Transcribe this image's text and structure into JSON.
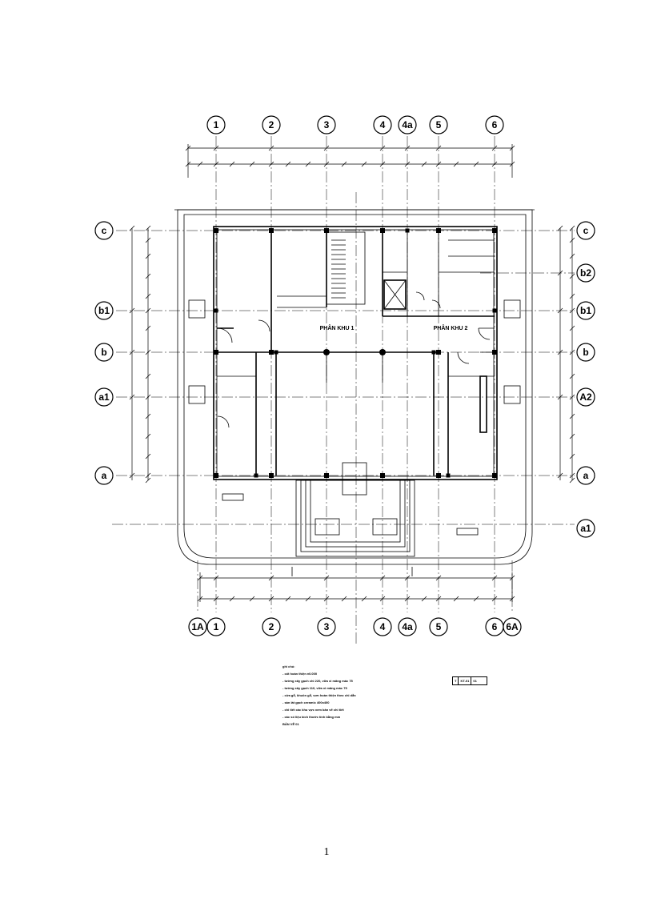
{
  "drawing": {
    "grid_top": [
      "1",
      "2",
      "3",
      "4",
      "4a",
      "5",
      "6"
    ],
    "grid_bottom": [
      "1A",
      "1",
      "2",
      "3",
      "4",
      "4a",
      "5",
      "6",
      "6A"
    ],
    "grid_left": [
      "c",
      "b1",
      "b",
      "a1",
      "a"
    ],
    "grid_right": [
      "c",
      "b2",
      "b1",
      "b",
      "A2",
      "a",
      "a1"
    ],
    "rooms": {
      "area_1": "PHÂN KHU 1",
      "area_2": "PHÂN KHU 2"
    }
  },
  "notes": {
    "lines": [
      "ghi chú:",
      "- cốt hoàn thiện ±0.000",
      "- tường xây gạch chỉ 220, vữa xi măng mác 75",
      "- tường xây gạch 110, vữa xi măng mác 75",
      "- cửa gỗ, khuôn gỗ, sơn hoàn thiện theo chỉ dẫn",
      "- sàn lát gạch ceramic 400x400",
      "- chi tiết các khu vực xem bản vẽ chi tiết",
      "- các số liệu kích thước tính bằng mm",
      "BẢN VẼ 01"
    ]
  },
  "stamp": {
    "cells": [
      "T",
      "KT-01",
      "01"
    ]
  },
  "page_number": "1"
}
